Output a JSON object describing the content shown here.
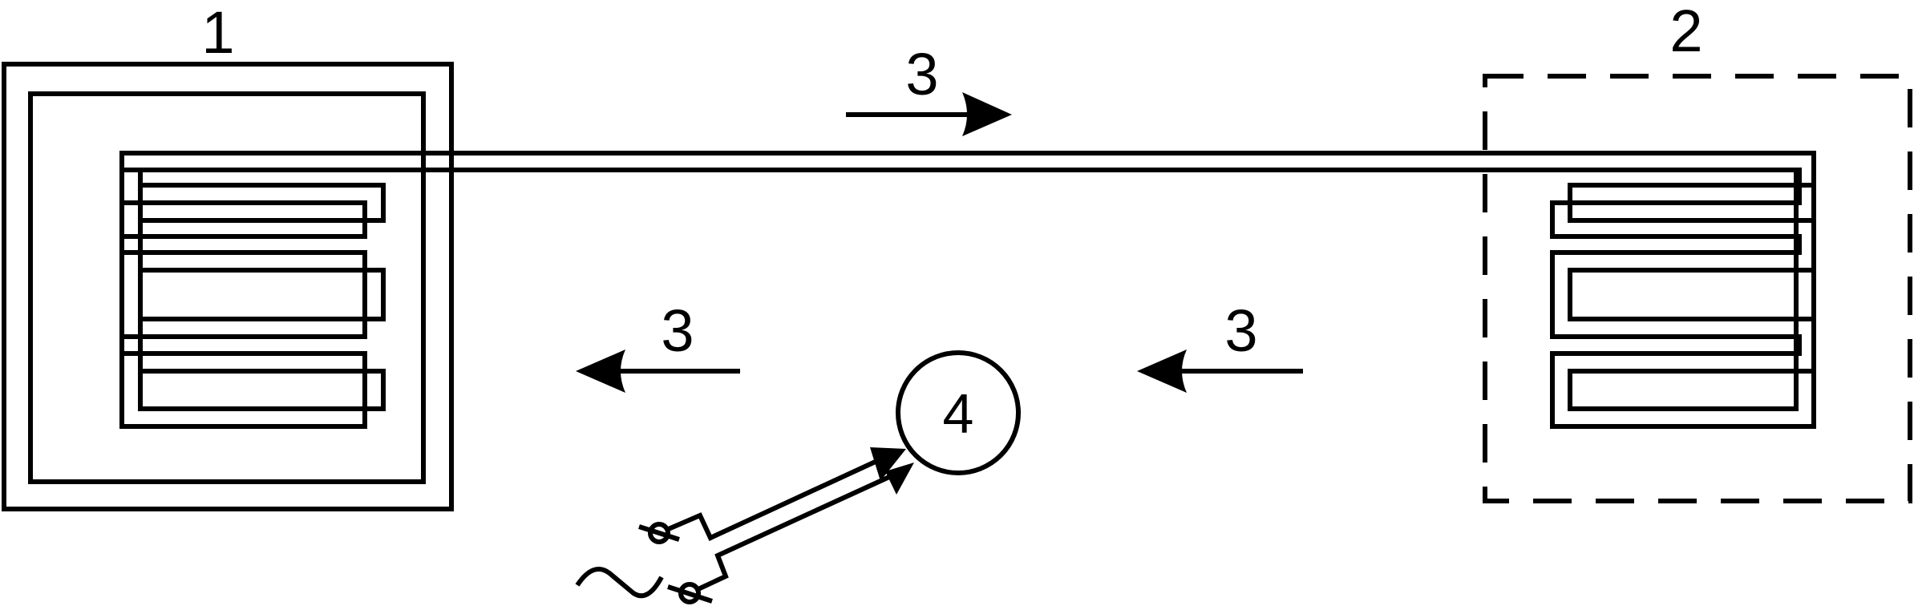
{
  "labels": {
    "box1": "1",
    "box2": "2",
    "arrow_top": "3",
    "arrow_bottom_left": "3",
    "arrow_bottom_right": "3",
    "circle": "4",
    "ac_symbol": "~"
  },
  "colors": {
    "stroke": "#000000",
    "background": "#ffffff"
  }
}
